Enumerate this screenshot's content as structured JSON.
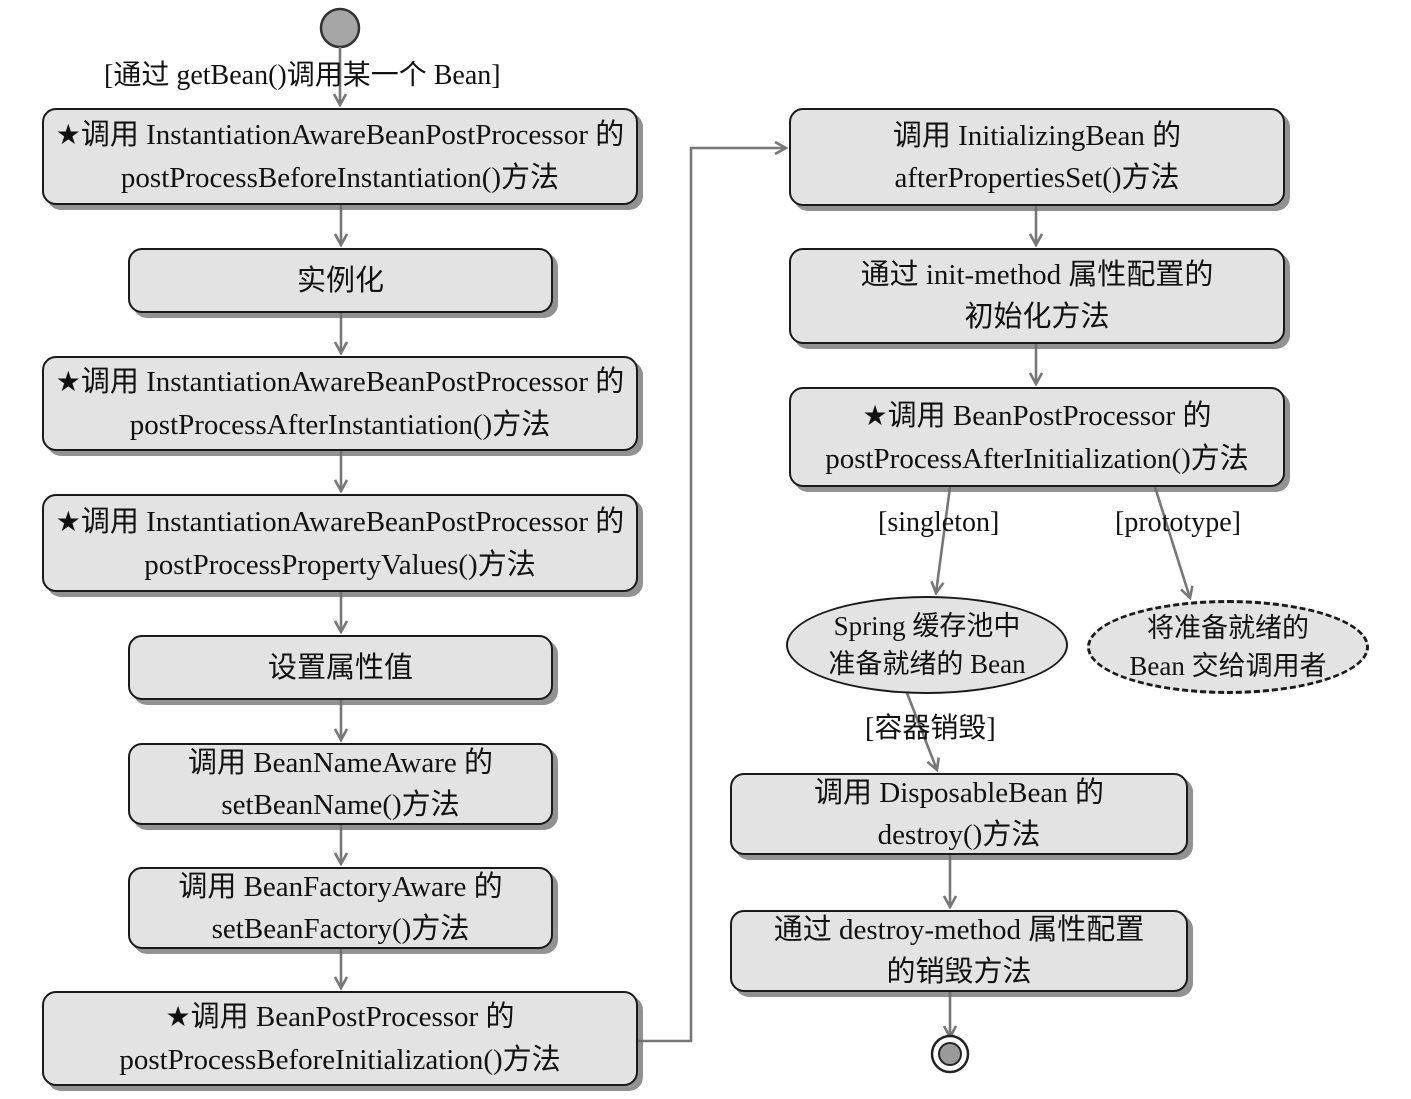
{
  "start_label": "[通过 getBean()调用某一个 Bean]",
  "star_icon": "★",
  "steps": {
    "s1": {
      "l1": "调用 InstantiationAwareBeanPostProcessor 的",
      "l2": "postProcessBeforeInstantiation()方法"
    },
    "s2": {
      "l1": "实例化"
    },
    "s3": {
      "l1": "调用 InstantiationAwareBeanPostProcessor 的",
      "l2": "postProcessAfterInstantiation()方法"
    },
    "s4": {
      "l1": "调用 InstantiationAwareBeanPostProcessor 的",
      "l2": "postProcessPropertyValues()方法"
    },
    "s5": {
      "l1": "设置属性值"
    },
    "s6": {
      "l1": "调用 BeanNameAware 的",
      "l2": "setBeanName()方法"
    },
    "s7": {
      "l1": "调用 BeanFactoryAware 的",
      "l2": "setBeanFactory()方法"
    },
    "s8": {
      "l1": "调用 BeanPostProcessor 的",
      "l2": "postProcessBeforeInitialization()方法"
    },
    "s9": {
      "l1": "调用 InitializingBean 的",
      "l2": "afterPropertiesSet()方法"
    },
    "s10": {
      "l1": "通过 init-method 属性配置的",
      "l2": "初始化方法"
    },
    "s11": {
      "l1": "调用 BeanPostProcessor 的",
      "l2": "postProcessAfterInitialization()方法"
    },
    "s12": {
      "l1": "调用 DisposableBean 的",
      "l2": "destroy()方法"
    },
    "s13": {
      "l1": "通过 destroy-method 属性配置",
      "l2": "的销毁方法"
    }
  },
  "singleton_state": {
    "l1": "Spring 缓存池中",
    "l2": "准备就绪的 Bean"
  },
  "prototype_state": {
    "l1": "将准备就绪的",
    "l2": "Bean 交给调用者"
  },
  "guards": {
    "singleton": "[singleton]",
    "prototype": "[prototype]",
    "destroy": "[容器销毁]"
  }
}
